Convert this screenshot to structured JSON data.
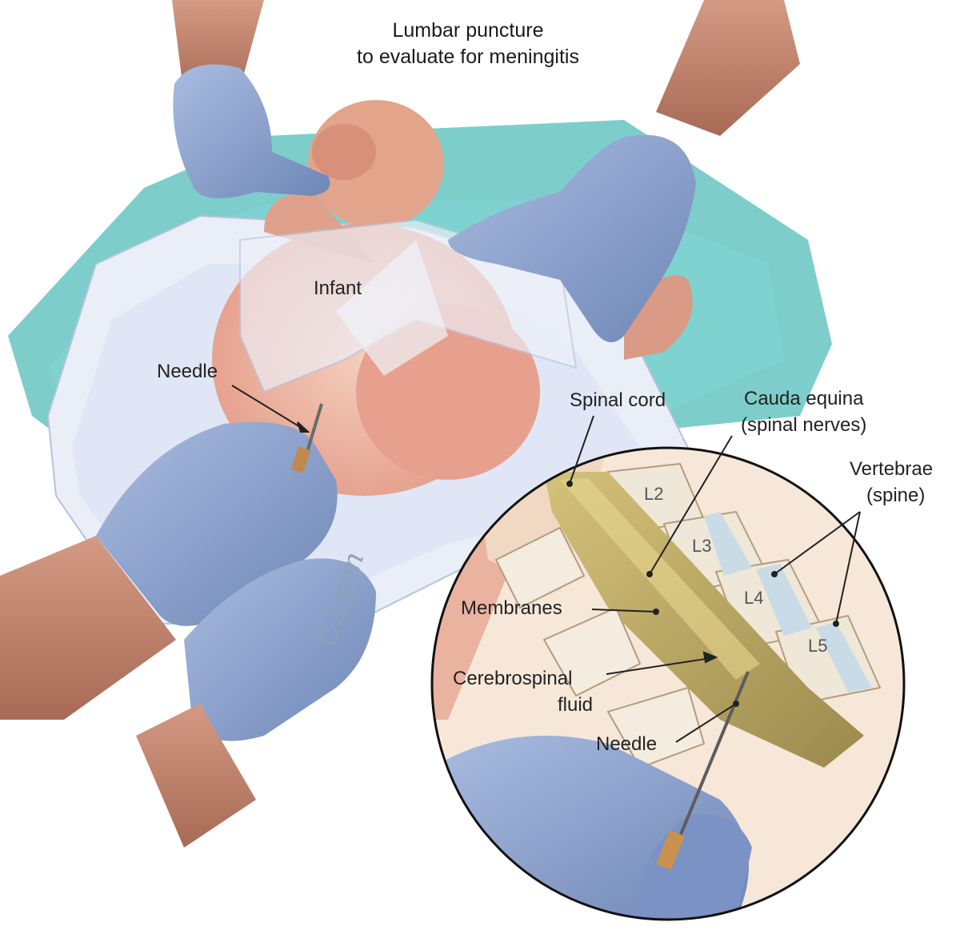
{
  "title": {
    "line1": "Lumbar puncture",
    "line2": "to evaluate for meningitis"
  },
  "labels": {
    "infant": "Infant",
    "needle_outer": "Needle",
    "spinal_cord": "Spinal cord",
    "cauda_line1": "Cauda equina",
    "cauda_line2": "(spinal nerves)",
    "vertebrae_line1": "Vertebrae",
    "vertebrae_line2": "(spine)",
    "membranes": "Membranes",
    "csf_line1": "Cerebrospinal",
    "csf_line2": "fluid",
    "needle_inset": "Needle"
  },
  "vertebra_labels": [
    "L2",
    "L3",
    "L4",
    "L5"
  ],
  "signature": "C.Lynn",
  "colors": {
    "glove": "#8fa6cf",
    "skin": "#e7b8a3",
    "drape": "#5dbfbf",
    "cord": "#b7a25a"
  }
}
